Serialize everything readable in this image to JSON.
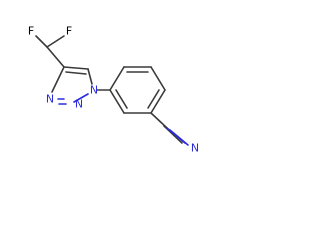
{
  "molecule": {
    "atoms": {
      "f1": {
        "symbol": "F",
        "color": "#000000"
      },
      "f2": {
        "symbol": "F",
        "color": "#000000"
      },
      "n1": {
        "symbol": "N",
        "color": "#2b2bdd"
      },
      "n2": {
        "symbol": "N",
        "color": "#2b2bdd"
      },
      "n3": {
        "symbol": "N",
        "color": "#2b2bdd"
      },
      "n4": {
        "symbol": "N",
        "color": "#2b2bdd"
      }
    },
    "bond_color": "#3a3a3a"
  }
}
